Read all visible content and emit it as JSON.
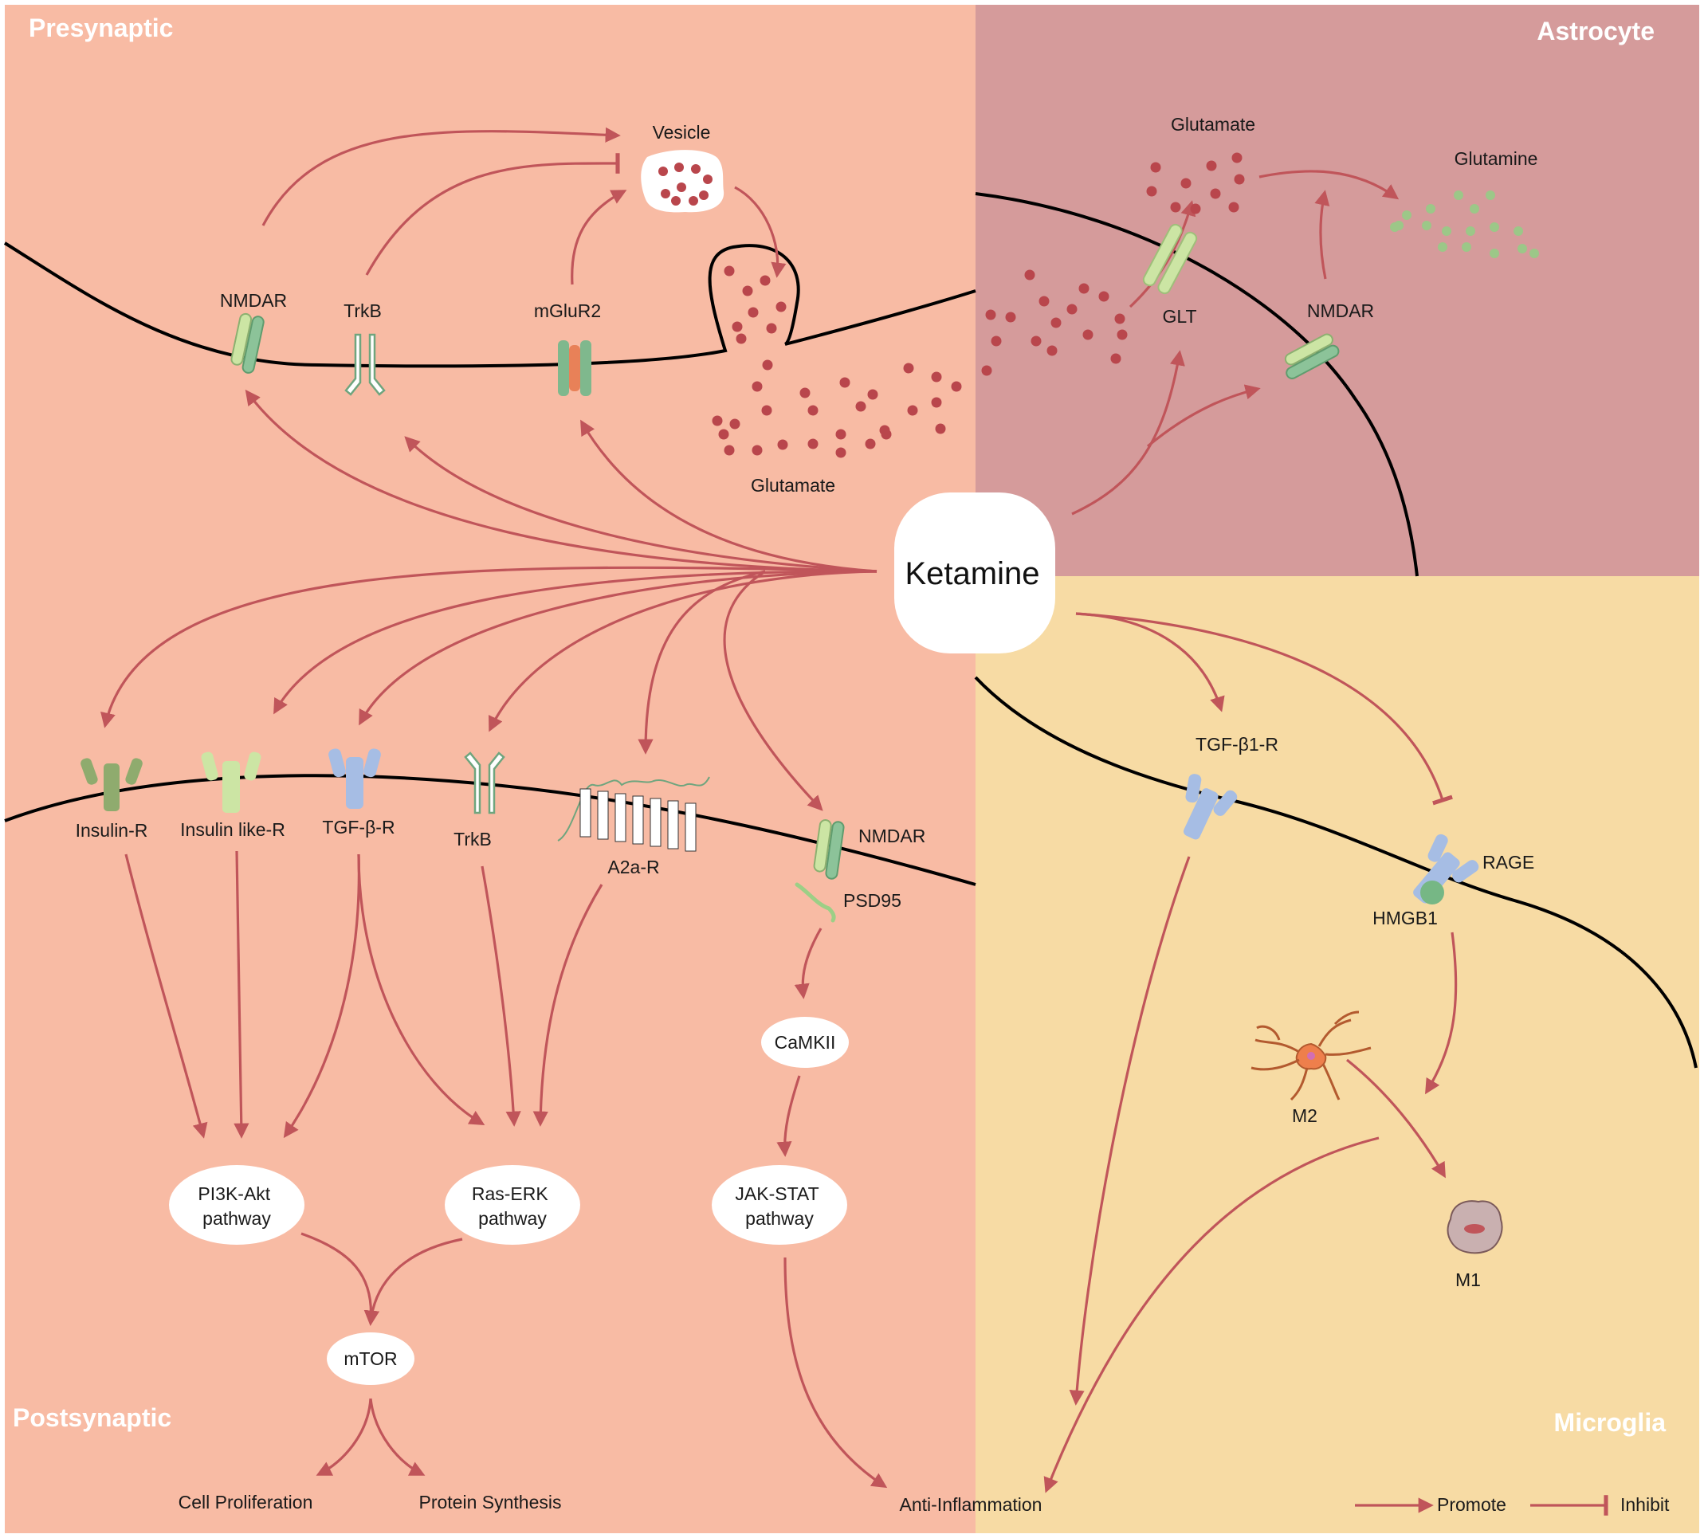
{
  "regions": {
    "presynaptic": "Presynaptic",
    "astrocyte": "Astrocyte",
    "postsynaptic": "Postsynaptic",
    "microglia": "Microglia"
  },
  "center": {
    "label": "Ketamine"
  },
  "presynaptic": {
    "receptors": {
      "nmdar": "NMDAR",
      "trkb": "TrkB",
      "mglur2": "mGluR2"
    },
    "vesicle": "Vesicle",
    "glutamate": "Glutamate"
  },
  "astrocyte": {
    "glutamate": "Glutamate",
    "glutamine": "Glutamine",
    "glt": "GLT",
    "nmdar": "NMDAR"
  },
  "postsynaptic": {
    "receptors": {
      "insulin_r": "Insulin-R",
      "insulin_like_r": "Insulin like-R",
      "tgf_b_r": "TGF-β-R",
      "trkb": "TrkB",
      "a2a_r": "A2a-R",
      "nmdar": "NMDAR",
      "psd95": "PSD95"
    },
    "nodes": {
      "camkii": "CaMKII",
      "pi3k": [
        "PI3K-Akt",
        "pathway"
      ],
      "raserk": [
        "Ras-ERK",
        "pathway"
      ],
      "jakstat": [
        "JAK-STAT",
        "pathway"
      ],
      "mtor": "mTOR"
    },
    "outcomes": {
      "cell_proliferation": "Cell Proliferation",
      "protein_synthesis": "Protein Synthesis",
      "anti_inflammation": "Anti-Inflammation"
    }
  },
  "microglia": {
    "tgf_b1_r": "TGF-β1-R",
    "rage": "RAGE",
    "hmgb1": "HMGB1",
    "m2": "M2",
    "m1": "M1"
  },
  "legend": {
    "promote": "Promote",
    "inhibit": "Inhibit"
  },
  "colors": {
    "presynaptic_bg": "#f8bba4",
    "astrocyte_bg": "#d59b9b",
    "microglia_bg": "#f7dba4",
    "arrow": "#c0555a",
    "glutamate": "#b9464c",
    "glutamine": "#9cc788"
  }
}
